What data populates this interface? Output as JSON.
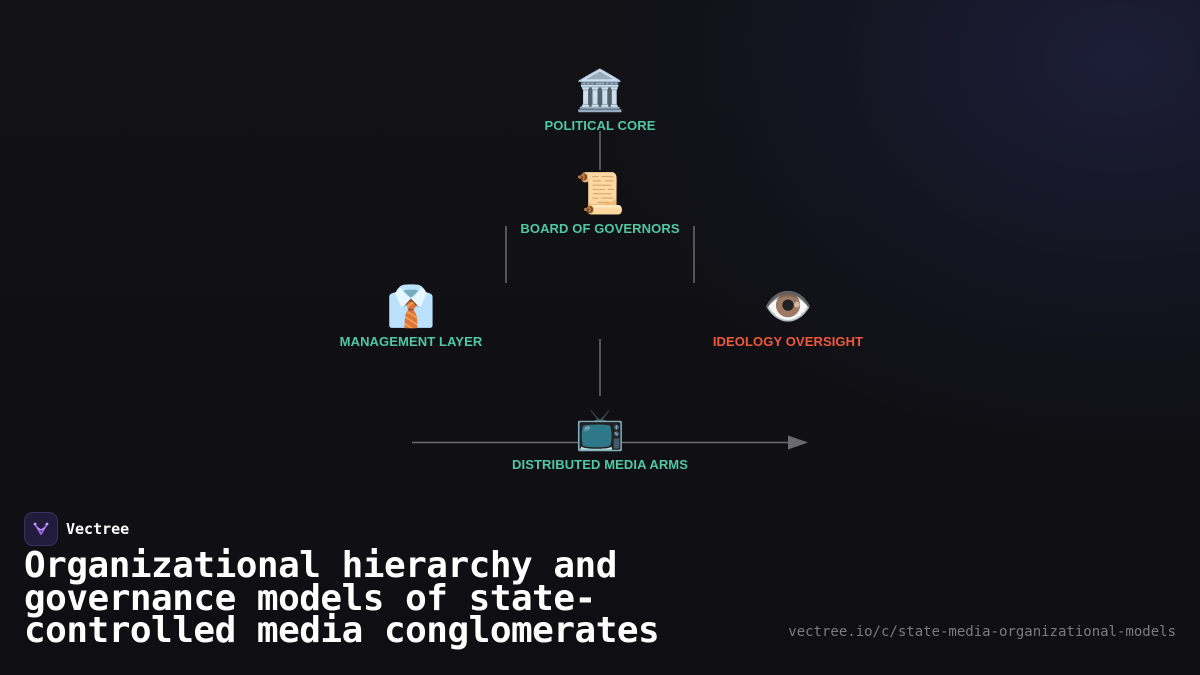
{
  "diagram": {
    "nodes": [
      {
        "id": "political-core",
        "icon": "classical-building-icon",
        "emoji": "🏛️",
        "label": "POLITICAL CORE",
        "color": "#4ec9a0"
      },
      {
        "id": "board-of-governors",
        "icon": "scroll-icon",
        "emoji": "📜",
        "label": "BOARD OF GOVERNORS",
        "color": "#4ec9a0"
      },
      {
        "id": "management-layer",
        "icon": "shirt-and-tie-icon",
        "emoji": "👔",
        "label": "MANAGEMENT LAYER",
        "color": "#4ec9a0"
      },
      {
        "id": "ideology-oversight",
        "icon": "eye-icon",
        "emoji": "👁️",
        "label": "IDEOLOGY OVERSIGHT",
        "color": "#f05a3c"
      },
      {
        "id": "distributed-media-arms",
        "icon": "television-icon",
        "emoji": "📺",
        "label": "DISTRIBUTED MEDIA ARMS",
        "color": "#4ec9a0"
      }
    ],
    "connector_color": "#6a6a70"
  },
  "brand": {
    "name": "Vectree",
    "logo_icon": "vectree-logo-icon",
    "accent": "#a066f0"
  },
  "title": "Organizational hierarchy and governance models of state-controlled media conglomerates",
  "url": "vectree.io/c/state-media-organizational-models"
}
